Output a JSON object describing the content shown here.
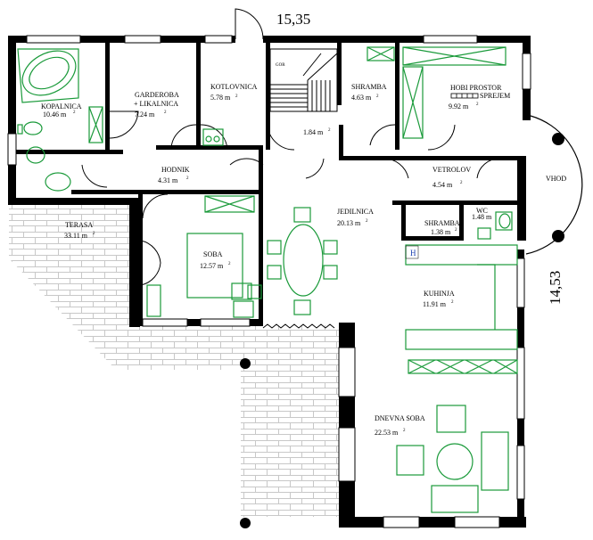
{
  "plan": {
    "dim_width": "15,35",
    "dim_height": "14,53",
    "rooms": [
      {
        "id": "kopalnica",
        "name": "KOPALNICA",
        "area": "10.46 m"
      },
      {
        "id": "garderoba",
        "name": "GARDEROBA",
        "name2": "+ LIKALNICA",
        "area": "7.24 m"
      },
      {
        "id": "kotlovnica",
        "name": "KOTLOVNICA",
        "area": "5.78 m"
      },
      {
        "id": "stairs",
        "area": "1.84 m"
      },
      {
        "id": "shramba1",
        "name": "SHRAMBA",
        "area": "4.63 m"
      },
      {
        "id": "hobi",
        "name": "HOBI PROSTOR",
        "name2": "SPREJEM",
        "area": "9.92 m"
      },
      {
        "id": "hodnik",
        "name": "HODNIK",
        "area": "4.31 m"
      },
      {
        "id": "vetrolov",
        "name": "VETROLOV",
        "area": "4.54 m"
      },
      {
        "id": "vhod",
        "name": "VHOD"
      },
      {
        "id": "terasa",
        "name": "TERASA",
        "area": "33.11 m"
      },
      {
        "id": "soba",
        "name": "SOBA",
        "area": "12.57 m"
      },
      {
        "id": "jedilnica",
        "name": "JEDILNICA",
        "area": "20.13 m"
      },
      {
        "id": "shramba2",
        "name": "SHRAMBA",
        "area": "1.38 m"
      },
      {
        "id": "wc",
        "name": "WC",
        "area": "1.48 m"
      },
      {
        "id": "kuhinja",
        "name": "KUHINJA",
        "area": "11.91 m"
      },
      {
        "id": "dnevna",
        "name": "DNEVNA SOBA",
        "area": "22.53 m"
      }
    ],
    "area_sup": "2",
    "hob_marker": "H",
    "stair_tag": "GOR"
  }
}
